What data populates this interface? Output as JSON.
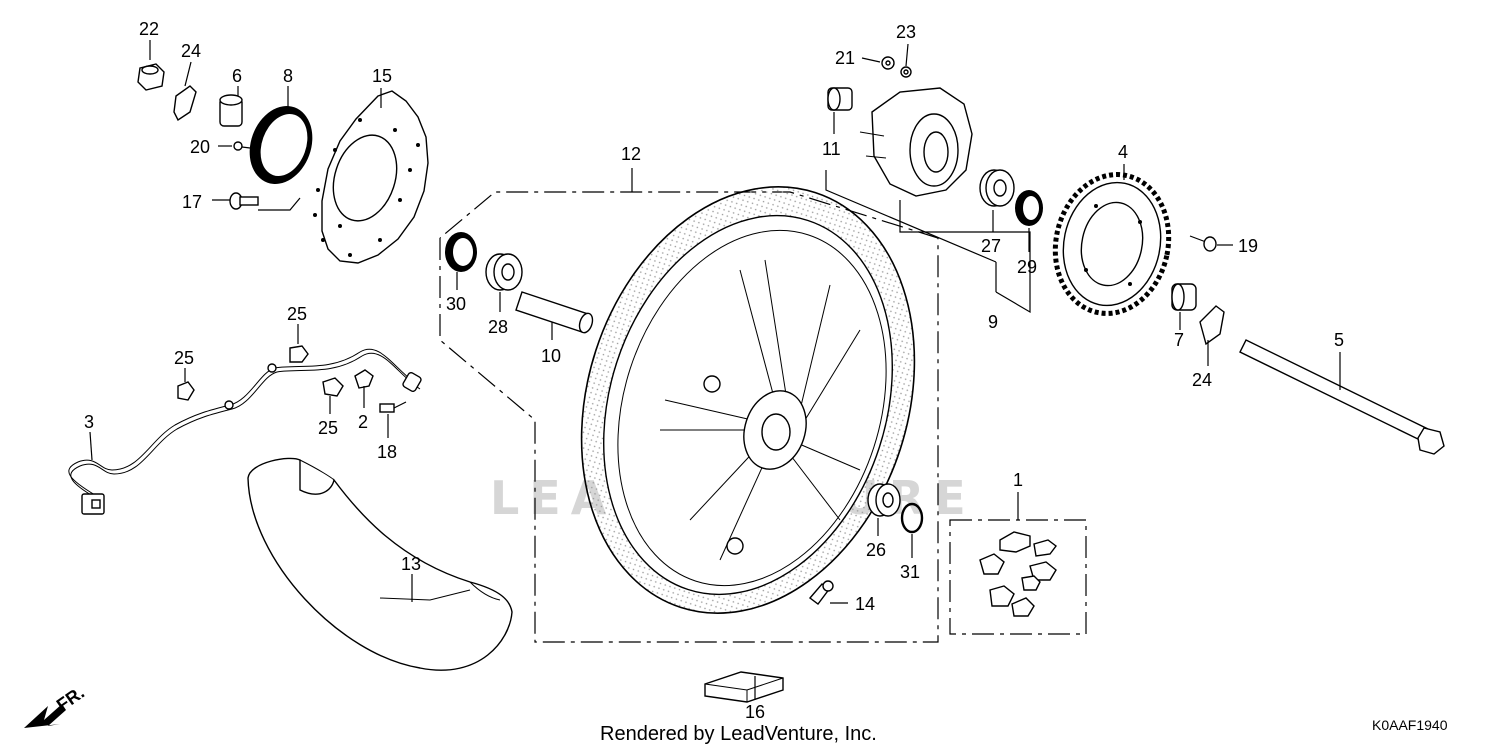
{
  "diagram": {
    "watermark": "LEADVENTURE",
    "caption": "Rendered by LeadVenture, Inc.",
    "drawing_code": "K0AAF1940",
    "direction_label": "FR.",
    "part_numbers": {
      "p1": "1",
      "p2": "2",
      "p3": "3",
      "p4": "4",
      "p5": "5",
      "p6": "6",
      "p7": "7",
      "p8": "8",
      "p9": "9",
      "p10": "10",
      "p11": "11",
      "p12": "12",
      "p13": "13",
      "p14": "14",
      "p15": "15",
      "p16": "16",
      "p17": "17",
      "p18": "18",
      "p19": "19",
      "p20": "20",
      "p21": "21",
      "p22": "22",
      "p23": "23",
      "p24": "24",
      "p25": "25",
      "p26": "26",
      "p27": "27",
      "p28": "28",
      "p29": "29",
      "p30": "30",
      "p31": "31"
    }
  }
}
